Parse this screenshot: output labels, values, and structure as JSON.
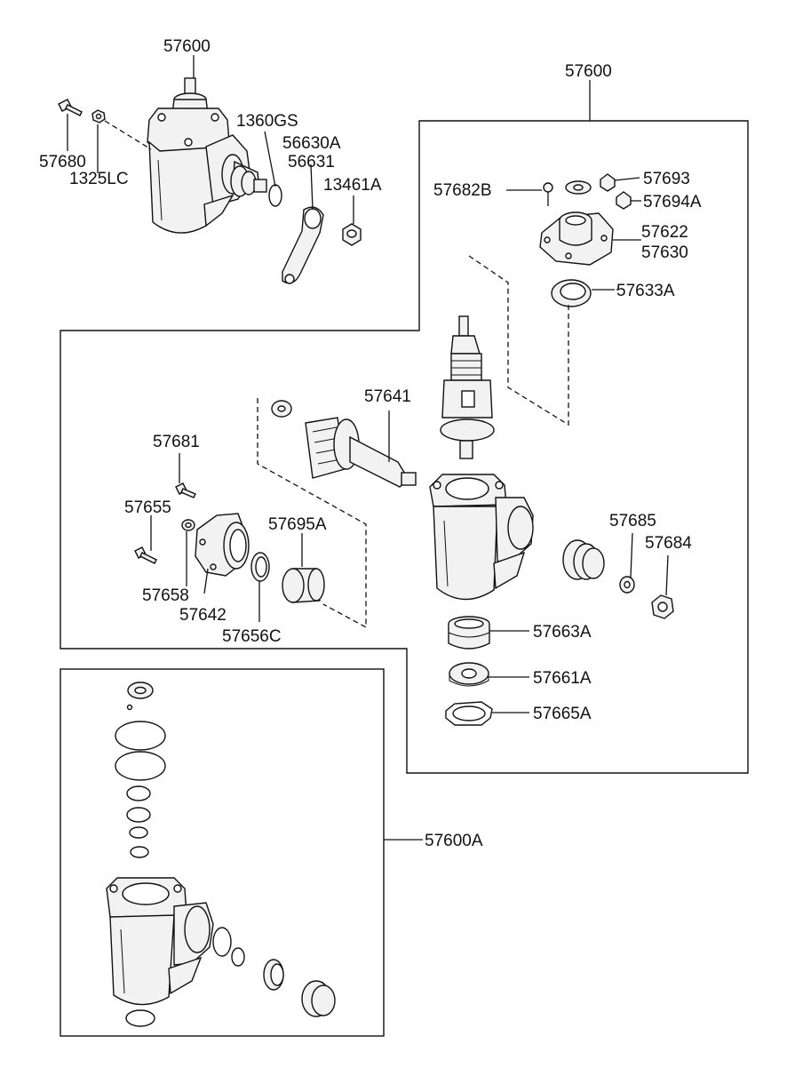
{
  "labels": {
    "top_assy": "57600",
    "inner_assy": "57600",
    "kit_assy": "57600A",
    "bolt_57680": "57680",
    "nut_1325LC": "1325LC",
    "oring_1360GS": "1360GS",
    "arm_56630A": "56630A",
    "arm_56631": "56631",
    "nut_13461A": "13461A",
    "bolt_57682B": "57682B",
    "nipple_57693": "57693",
    "cap_57694A": "57694A",
    "cover_57622": "57622",
    "cover_57630": "57630",
    "seal_57633A": "57633A",
    "shaft_57641": "57641",
    "bolt_57681": "57681",
    "bolt_57655": "57655",
    "washer_57658": "57658",
    "cover_57642": "57642",
    "oring_57656C": "57656C",
    "bushing_57695A": "57695A",
    "washer_57685": "57685",
    "nut_57684": "57684",
    "seal_57663A": "57663A",
    "bearing_57661A": "57661A",
    "ring_57665A": "57665A"
  }
}
